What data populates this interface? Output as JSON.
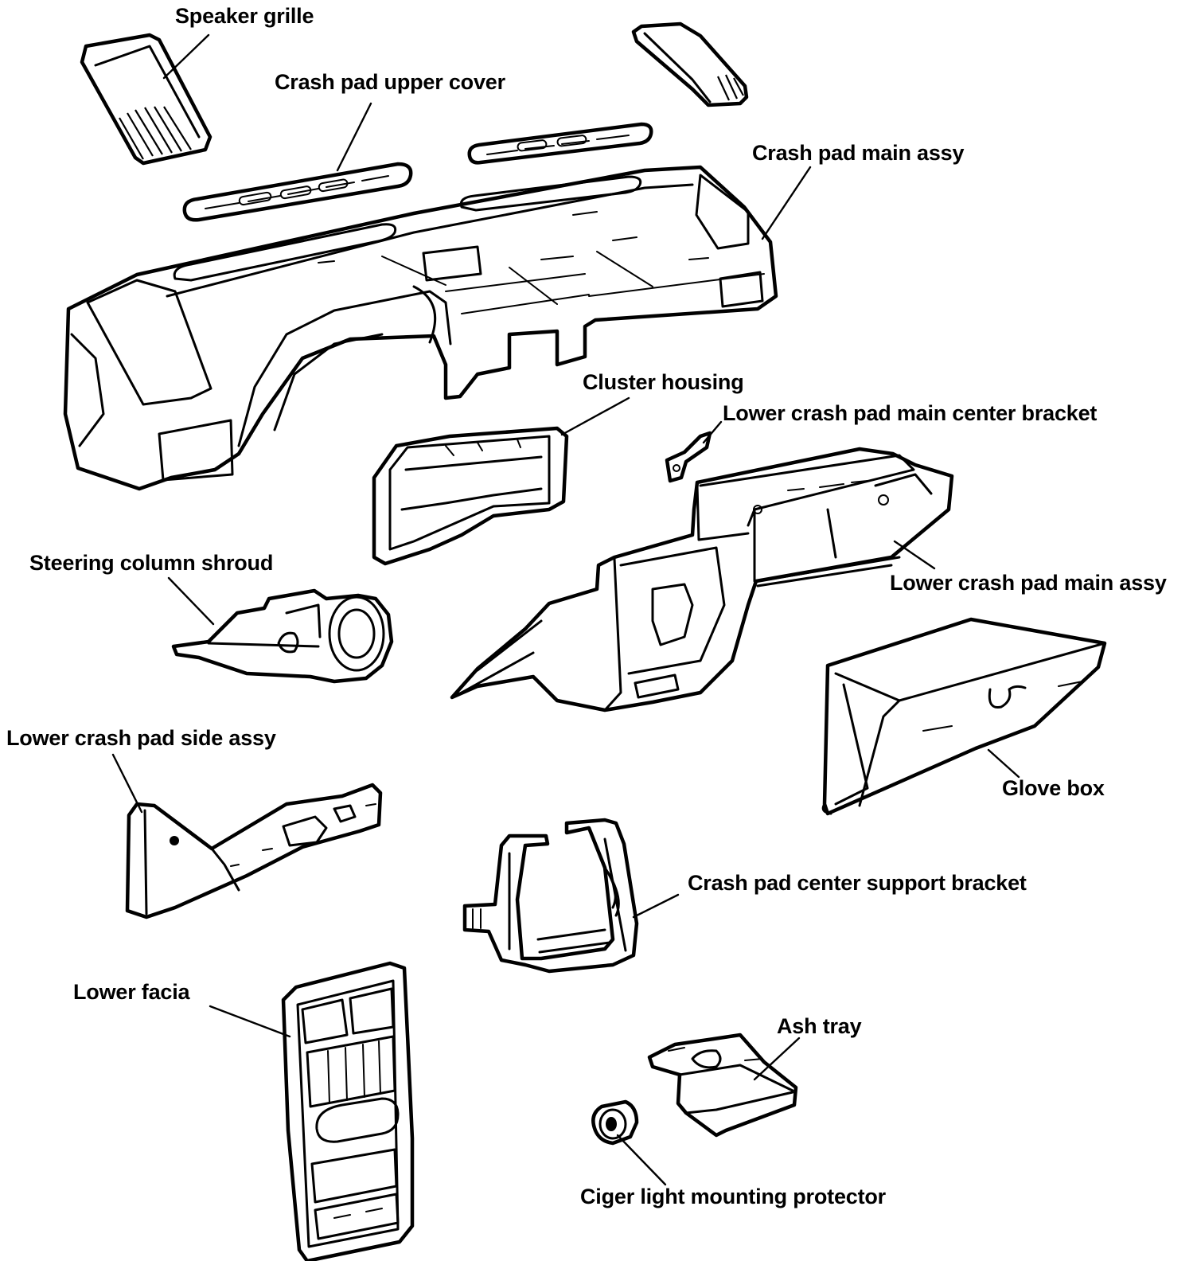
{
  "diagram": {
    "labels": {
      "speaker_grille": "Speaker grille",
      "crash_pad_upper_cover": "Crash pad upper cover",
      "crash_pad_main_assy": "Crash pad main assy",
      "cluster_housing": "Cluster housing",
      "lower_crash_pad_main_center_bracket": "Lower crash pad main center bracket",
      "steering_column_shroud": "Steering column shroud",
      "lower_crash_pad_main_assy": "Lower crash pad main assy",
      "lower_crash_pad_side_assy": "Lower crash pad side assy",
      "glove_box": "Glove box",
      "crash_pad_center_support_bracket": "Crash pad center support bracket",
      "lower_facia": "Lower facia",
      "ash_tray": "Ash tray",
      "ciger_light_mounting_protector": "Ciger light mounting protector"
    }
  }
}
